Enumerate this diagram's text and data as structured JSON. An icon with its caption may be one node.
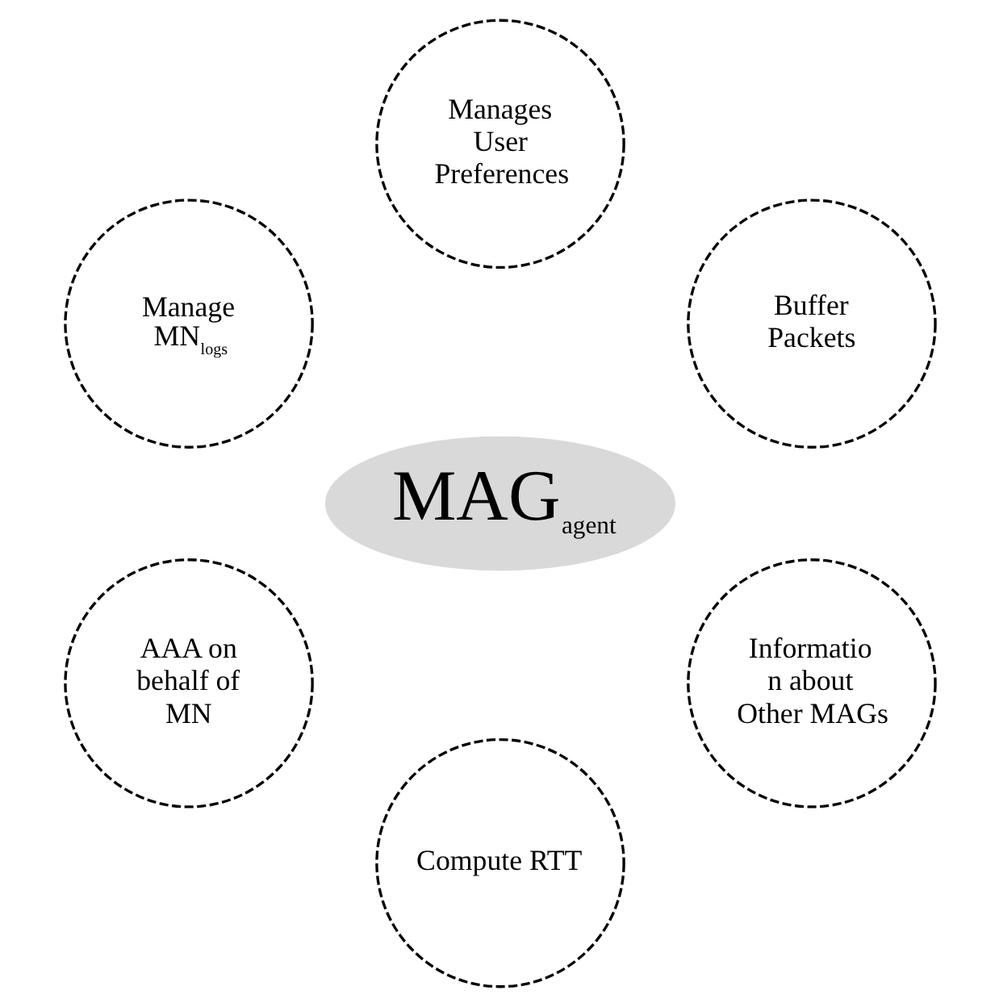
{
  "diagram": {
    "nodes": [
      {
        "text": [
          "MAG$_{agent}$"
        ]
      },
      {
        "text": [
          "Buffer Packets"
        ]
      },
      {
        "text": [
          "Manages User Preferences"
        ]
      },
      {
        "text": [
          "Manage MN$_{logs}$"
        ]
      },
      {
        "text": [
          "AAA on behalf of MN"
        ]
      },
      {
        "text": [
          "Compute RTT"
        ]
      },
      {
        "text": [
          "Informatio n about Other MAGs"
        ]
      }
    ]
  }
}
